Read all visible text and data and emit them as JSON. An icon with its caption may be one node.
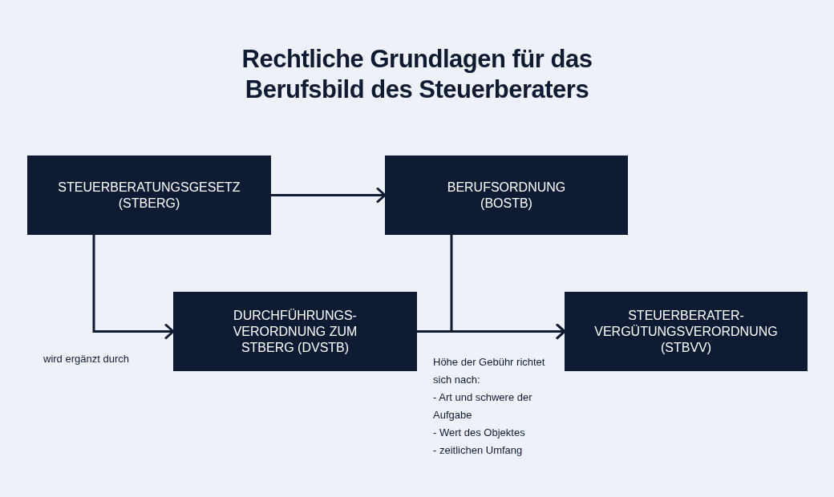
{
  "diagram": {
    "title": "Rechtliche Grundlagen für das Berufsbild des Steuerberaters",
    "nodes": [
      {
        "text": [
          "STEUERBERATUNGSGESETZ (STBERG)"
        ]
      },
      {
        "text": [
          "BERUFSORDNUNG (BOSTB)"
        ]
      },
      {
        "text": [
          "DURCHFÜHRUNGS- VERORDNUNG ZUM STBERG (DVSTB)"
        ]
      },
      {
        "text": [
          "STEUERBERATER- VERGÜTUNGSVERORDNUNG (STBVV)"
        ]
      }
    ],
    "edges": [
      {
        "from": 0,
        "to": 1,
        "arrow": "to"
      },
      {
        "from": 0,
        "to": 2,
        "arrow": "to",
        "label": "wird ergänzt durch"
      },
      {
        "from": 1,
        "to": 3,
        "arrow": "to"
      },
      {
        "from": 2,
        "to": 3,
        "arrow": "to"
      }
    ],
    "labels": [
      "Höhe der Gebühr richtet sich nach:",
      "- Art und schwere der Aufgabe",
      "- Wert des Objektes",
      "- zeitlichen Umfang"
    ]
  }
}
